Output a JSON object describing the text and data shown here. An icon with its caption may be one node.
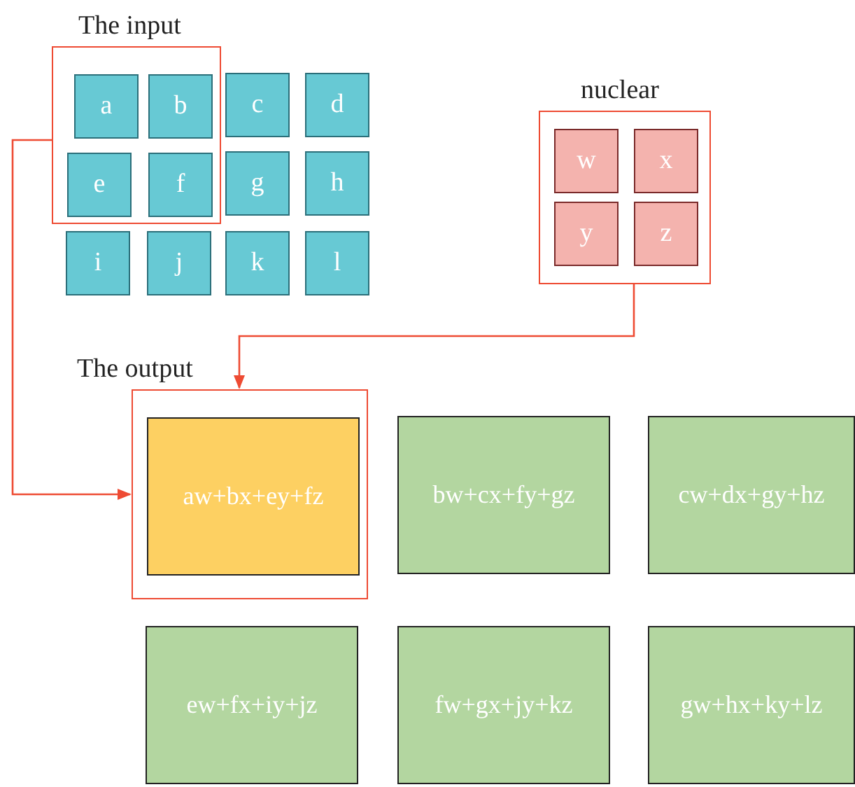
{
  "diagram": {
    "nodes": [
      {
        "text": [
          "The input"
        ]
      },
      {
        "text": [
          "a"
        ],
        "in": 0
      },
      {
        "text": [
          "b"
        ],
        "in": 0
      },
      {
        "text": [
          "c"
        ]
      },
      {
        "text": [
          "d"
        ]
      },
      {
        "text": [
          "e"
        ],
        "in": 0
      },
      {
        "text": [
          "f"
        ],
        "in": 0
      },
      {
        "text": [
          "g"
        ]
      },
      {
        "text": [
          "h"
        ]
      },
      {
        "text": [
          "i"
        ]
      },
      {
        "text": [
          "j"
        ]
      },
      {
        "text": [
          "k"
        ]
      },
      {
        "text": [
          "l"
        ]
      },
      {
        "text": [
          "nuclear"
        ]
      },
      {
        "text": [
          "w"
        ],
        "in": 13
      },
      {
        "text": [
          "x"
        ],
        "in": 13
      },
      {
        "text": [
          "y"
        ],
        "in": 13
      },
      {
        "text": [
          "z"
        ],
        "in": 13
      },
      {
        "text": [
          "The output"
        ]
      },
      {
        "text": [
          "aw+bx+ey+fz"
        ],
        "in": 18
      },
      {
        "text": [
          "bw+cx+fy+gz"
        ]
      },
      {
        "text": [
          "cw+dx+gy+hz"
        ]
      },
      {
        "text": [
          "ew+fx+iy+jz"
        ]
      },
      {
        "text": [
          "fw+gx+jy+kz"
        ]
      },
      {
        "text": [
          "gw+hx+ky+lz"
        ]
      }
    ],
    "edges": [
      {
        "from": 0,
        "to": 18,
        "arrow": "to"
      },
      {
        "from": 13,
        "to": 18,
        "arrow": "to"
      }
    ]
  }
}
